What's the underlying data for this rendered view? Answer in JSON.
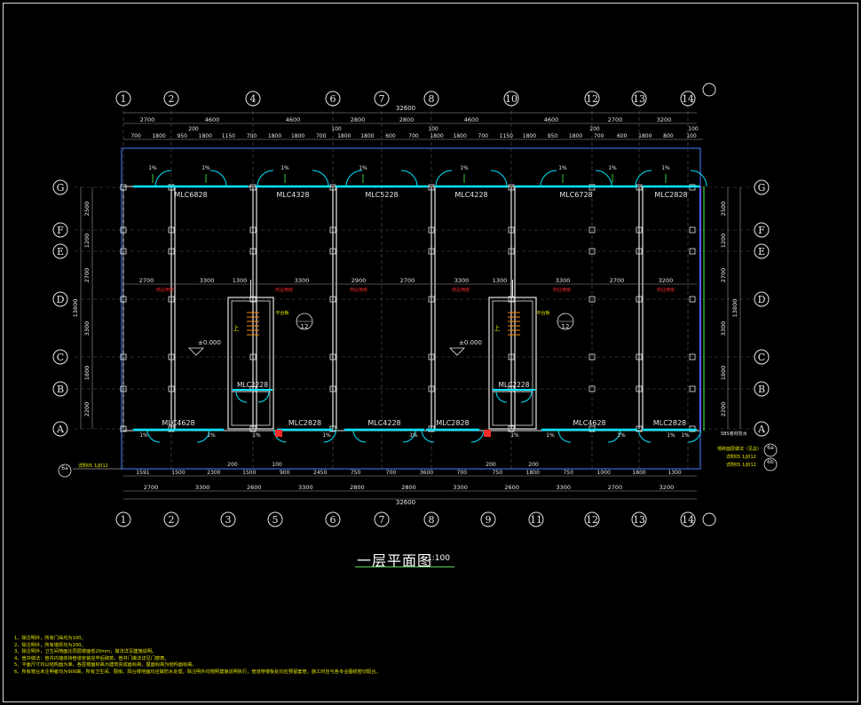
{
  "drawing": {
    "title": "一层平面图",
    "scale": "1:100",
    "total_dim": "32600",
    "left_total_dim": "13800",
    "right_total_dim": "13800"
  },
  "axes": {
    "top": [
      "1",
      "2",
      "4",
      "6",
      "7",
      "8",
      "10",
      "12",
      "13",
      "14"
    ],
    "bottom": [
      "1",
      "2",
      "3",
      "5",
      "6",
      "7",
      "8",
      "9",
      "11",
      "12",
      "13",
      "14"
    ],
    "rows": [
      "G",
      "F",
      "E",
      "D",
      "C",
      "B",
      "A"
    ]
  },
  "dims": {
    "top_row1": [
      "2700",
      "4600",
      "4600",
      "2800",
      "2800",
      "4600",
      "4600",
      "2700",
      "3200"
    ],
    "top_row2": [
      "700",
      "1800",
      "950",
      "1800",
      "1150",
      "700",
      "1800",
      "1800",
      "700",
      "1800",
      "1800",
      "600",
      "700",
      "1800",
      "1800",
      "700",
      "1150",
      "1800",
      "950",
      "1800",
      "700",
      "600",
      "1800",
      "800",
      "100"
    ],
    "top_small": [
      "200",
      "100",
      "100",
      "200",
      "100"
    ],
    "bottom_row1": [
      "1591",
      "1500",
      "2300",
      "1500",
      "900",
      "2450",
      "750",
      "700",
      "3600",
      "700",
      "750",
      "1800",
      "750",
      "1000",
      "1800",
      "1300"
    ],
    "bottom_row2": [
      "2700",
      "3300",
      "2600",
      "3300",
      "2800",
      "2800",
      "3300",
      "2600",
      "3300",
      "2700",
      "3200"
    ],
    "bottom_small": [
      "200",
      "100",
      "200",
      "200"
    ],
    "left": [
      "2500",
      "1200",
      "2700",
      "3300",
      "1800",
      "2200"
    ],
    "right": [
      "2500",
      "1200",
      "2700",
      "3300",
      "1800",
      "2200"
    ],
    "interior": [
      "2700",
      "3300",
      "1300",
      "3300",
      "2900",
      "2700",
      "3300",
      "1300",
      "3300",
      "2700",
      "3200"
    ]
  },
  "windows_top": [
    "MLC6828",
    "MLC4328",
    "MLC5228",
    "MLC4228",
    "MLC6728",
    "MLC2828"
  ],
  "windows_bottom": [
    "MLC4628",
    "MLC2828",
    "MLC4228",
    "MLC2828",
    "MLC4628",
    "MLC2828"
  ],
  "windows_mid": [
    "MLC2228",
    "MLC2228"
  ],
  "slopes": [
    "1%",
    "1%",
    "1%",
    "1%",
    "1%",
    "1%",
    "1%",
    "1%",
    "1%",
    "1%",
    "1%",
    "1%",
    "1%",
    "1%",
    "1%",
    "1%",
    "1%",
    "1%"
  ],
  "elevations": [
    "±0.000",
    "±0.000"
  ],
  "stair_refs": [
    "12",
    "12"
  ],
  "stair_text": "平台板",
  "stair_up": "上",
  "room_label": "商业用房",
  "annotations": {
    "right_top": "SBS卷材防水",
    "right_mid": "地砖面层做法（见总）",
    "right_ref1": "详附05 1/J012",
    "right_ref2": "详附05 1/J012",
    "ref_circle_a": "6a",
    "ref_circle_b": "7",
    "ref_circle_c": "6b",
    "ref_circle_d": "7",
    "left_ref": "详附05 1/J012",
    "left_circle": "6a"
  },
  "notes": [
    "1、除注明外，所有门垛均为100。",
    "2、除注明外，所有墙厚均为200。",
    "3、除注明外，卫生间地面比同层楼面低20mm，做法详见建施说明。",
    "4、管井做法：管井内墙体待管道安装完毕后砌筑，管井门做法详见门窗表。",
    "5、平面尺寸均以结构面为准，各层楼面标高为建筑完成面标高，屋面标高为结构面标高。",
    "6、所有窗台未注明者均为900高，所有卫生间、厨房、阳台楼地面均应做防水处理，除注明外均按照建施说明执行，管道穿楼板处均应预留套管，施工时应与各专业图纸密切配合。"
  ]
}
